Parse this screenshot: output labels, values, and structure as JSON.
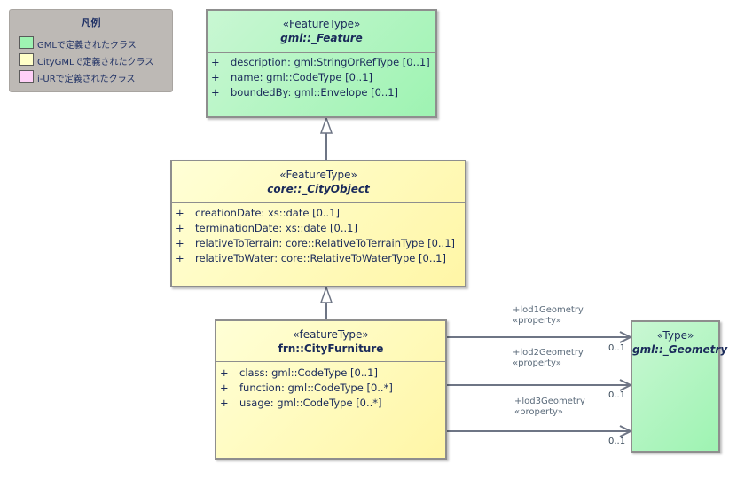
{
  "legend": {
    "title": "凡例",
    "items": [
      {
        "label": "GMLで定義されたクラス",
        "color": "#9ef3b2"
      },
      {
        "label": "CityGMLで定義されたクラス",
        "color": "#ffffc8"
      },
      {
        "label": "i-URで定義されたクラス",
        "color": "#ffd0f7"
      }
    ]
  },
  "classes": {
    "feature": {
      "stereotype": "«FeatureType»",
      "name": "gml::_Feature",
      "attributes": [
        {
          "vis": "+",
          "text": "description: gml:StringOrRefType [0..1]"
        },
        {
          "vis": "+",
          "text": "name: gml::CodeType [0..1]"
        },
        {
          "vis": "+",
          "text": "boundedBy: gml::Envelope [0..1]"
        }
      ]
    },
    "cityobject": {
      "stereotype": "«FeatureType»",
      "name": "core::_CityObject",
      "attributes": [
        {
          "vis": "+",
          "text": "creationDate: xs::date [0..1]"
        },
        {
          "vis": "+",
          "text": "terminationDate: xs::date [0..1]"
        },
        {
          "vis": "+",
          "text": "relativeToTerrain: core::RelativeToTerrainType [0..1]"
        },
        {
          "vis": "+",
          "text": "relativeToWater: core::RelativeToWaterType [0..1]"
        }
      ]
    },
    "cityfurniture": {
      "stereotype": "«featureType»",
      "name": "frn::CityFurniture",
      "attributes": [
        {
          "vis": "+",
          "text": "class: gml::CodeType [0..1]"
        },
        {
          "vis": "+",
          "text": "function: gml::CodeType [0..*]"
        },
        {
          "vis": "+",
          "text": "usage: gml::CodeType [0..*]"
        }
      ]
    },
    "geometry": {
      "stereotype": "«Type»",
      "name": "gml::_Geometry"
    }
  },
  "associations": [
    {
      "role": "+lod1Geometry",
      "stereotype": "«property»",
      "multiplicity": "0..1"
    },
    {
      "role": "+lod2Geometry",
      "stereotype": "«property»",
      "multiplicity": "0..1"
    },
    {
      "role": "+lod3Geometry",
      "stereotype": "«property»",
      "multiplicity": "0..1"
    }
  ]
}
